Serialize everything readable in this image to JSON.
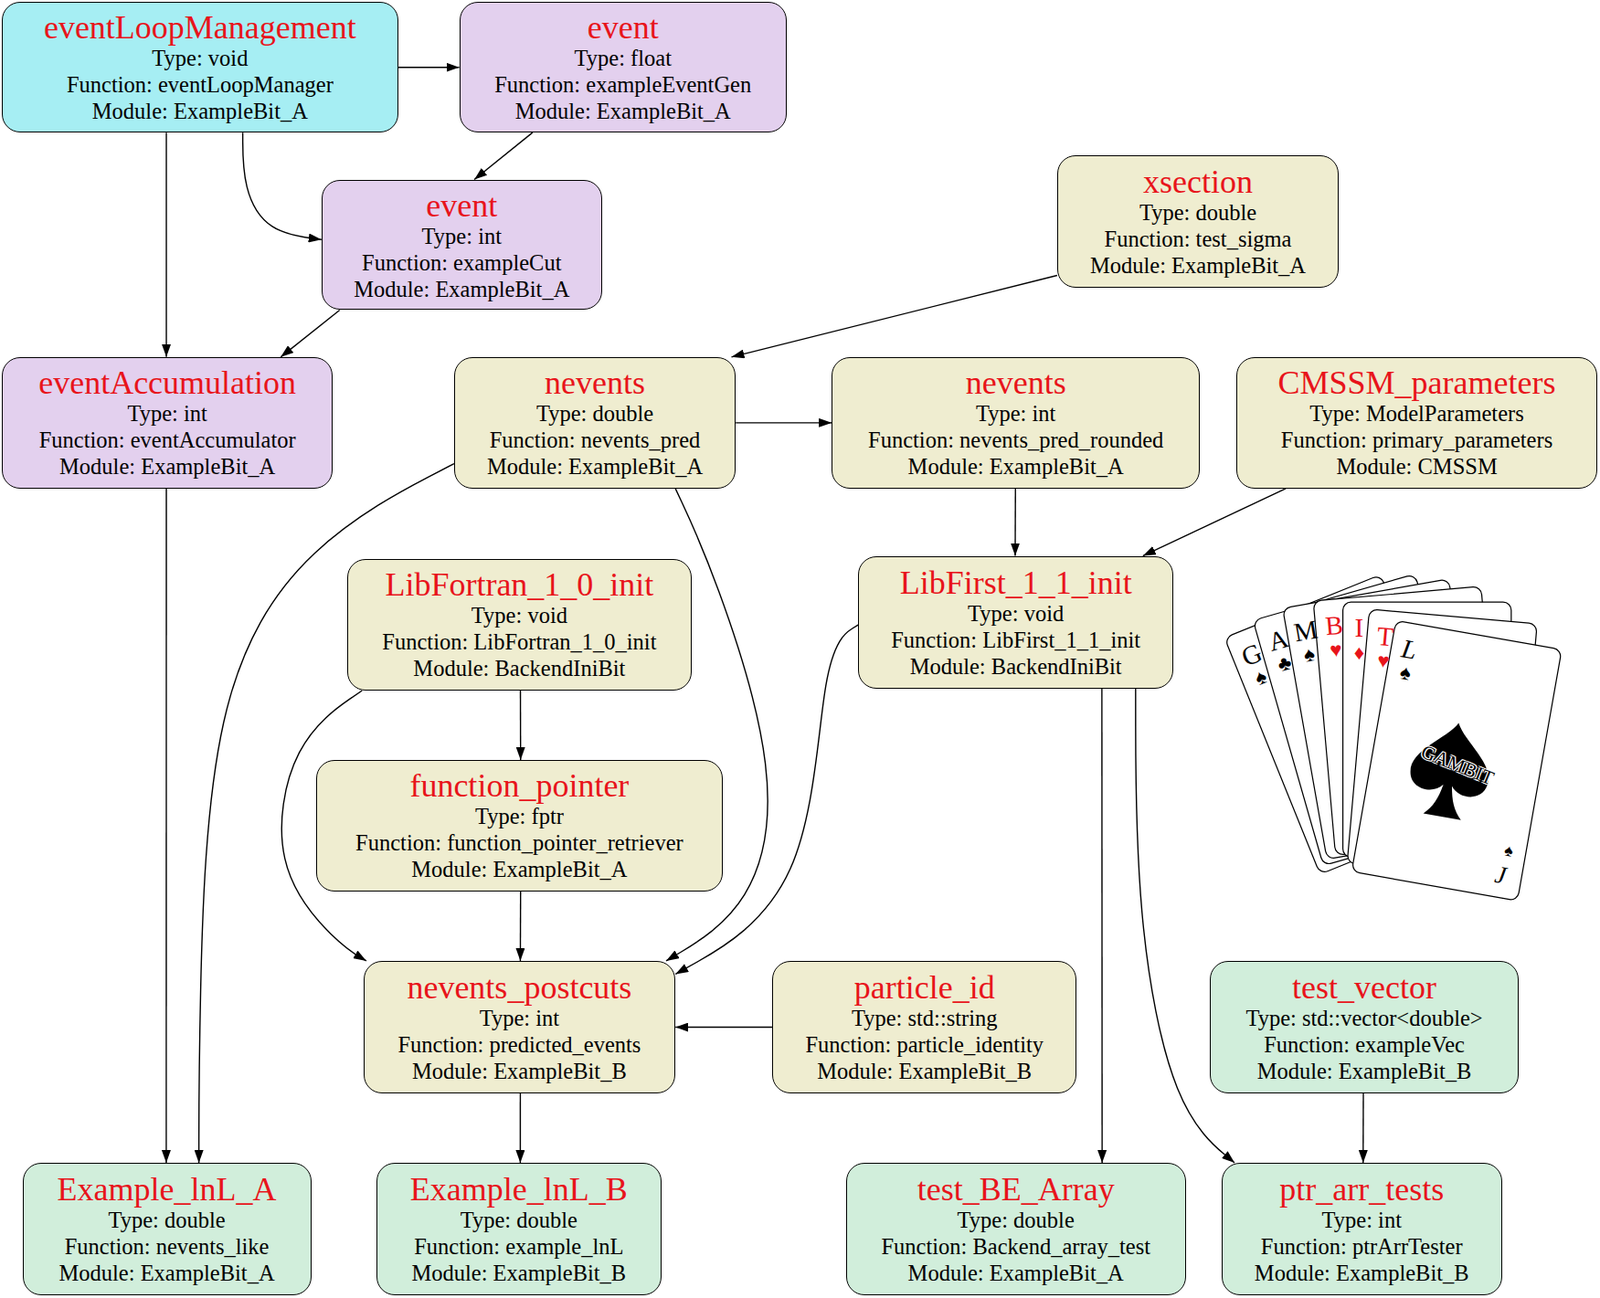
{
  "diagram": {
    "nodes": [
      {
        "text": [
          "eventLoopManagement",
          "Type: void",
          "Function: eventLoopManager",
          "Module: ExampleBit_A"
        ]
      },
      {
        "text": [
          "event",
          "Type: float",
          "Function: exampleEventGen",
          "Module: ExampleBit_A"
        ]
      },
      {
        "text": [
          "xsection",
          "Type: double",
          "Function: test_sigma",
          "Module: ExampleBit_A"
        ]
      },
      {
        "text": [
          "event",
          "Type: int",
          "Function: exampleCut",
          "Module: ExampleBit_A"
        ]
      },
      {
        "text": [
          "eventAccumulation",
          "Type: int",
          "Function: eventAccumulator",
          "Module: ExampleBit_A"
        ]
      },
      {
        "text": [
          "nevents",
          "Type: double",
          "Function: nevents_pred",
          "Module: ExampleBit_A"
        ]
      },
      {
        "text": [
          "nevents",
          "Type: int",
          "Function: nevents_pred_rounded",
          "Module: ExampleBit_A"
        ]
      },
      {
        "text": [
          "CMSSM_parameters",
          "Type: ModelParameters",
          "Function: primary_parameters",
          "Module: CMSSM"
        ]
      },
      {
        "text": [
          "LibFortran_1_0_init",
          "Type: void",
          "Function: LibFortran_1_0_init",
          "Module: BackendIniBit"
        ]
      },
      {
        "text": [
          "LibFirst_1_1_init",
          "Type: void",
          "Function: LibFirst_1_1_init",
          "Module: BackendIniBit"
        ]
      },
      {
        "text": [
          "function_pointer",
          "Type: fptr",
          "Function: function_pointer_retriever",
          "Module: ExampleBit_A"
        ]
      },
      {
        "text": [
          "nevents_postcuts",
          "Type: int",
          "Function: predicted_events",
          "Module: ExampleBit_B"
        ]
      },
      {
        "text": [
          "particle_id",
          "Type: std::string",
          "Function: particle_identity",
          "Module: ExampleBit_B"
        ]
      },
      {
        "text": [
          "test_vector",
          "Type: std::vector<double>",
          "Function: exampleVec",
          "Module: ExampleBit_B"
        ]
      },
      {
        "text": [
          "Example_lnL_A",
          "Type: double",
          "Function: nevents_like",
          "Module: ExampleBit_A"
        ]
      },
      {
        "text": [
          "Example_lnL_B",
          "Type: double",
          "Function: example_lnL",
          "Module: ExampleBit_B"
        ]
      },
      {
        "text": [
          "test_BE_Array",
          "Type: double",
          "Function: Backend_array_test",
          "Module: ExampleBit_A"
        ]
      },
      {
        "text": [
          "ptr_arr_tests",
          "Type: int",
          "Function: ptrArrTester",
          "Module: ExampleBit_B"
        ]
      }
    ],
    "edges": [
      {
        "from": 0,
        "to": 1,
        "arrow": "to"
      },
      {
        "from": 0,
        "to": 3,
        "arrow": "to"
      },
      {
        "from": 0,
        "to": 4,
        "arrow": "to"
      },
      {
        "from": 1,
        "to": 3,
        "arrow": "to"
      },
      {
        "from": 3,
        "to": 4,
        "arrow": "to"
      },
      {
        "from": 4,
        "to": 14,
        "arrow": "to"
      },
      {
        "from": 2,
        "to": 5,
        "arrow": "to"
      },
      {
        "from": 5,
        "to": 6,
        "arrow": "to"
      },
      {
        "from": 5,
        "to": 14,
        "arrow": "to"
      },
      {
        "from": 5,
        "to": 11,
        "arrow": "to"
      },
      {
        "from": 9,
        "to": 11,
        "arrow": "to"
      },
      {
        "from": 6,
        "to": 9,
        "arrow": "to"
      },
      {
        "from": 7,
        "to": 9,
        "arrow": "to"
      },
      {
        "from": 8,
        "to": 10,
        "arrow": "to"
      },
      {
        "from": 8,
        "to": 11,
        "arrow": "to"
      },
      {
        "from": 9,
        "to": 16,
        "arrow": "to"
      },
      {
        "from": 9,
        "to": 17,
        "arrow": "to"
      },
      {
        "from": 10,
        "to": 11,
        "arrow": "to"
      },
      {
        "from": 12,
        "to": 11,
        "arrow": "to"
      },
      {
        "from": 11,
        "to": 15,
        "arrow": "to"
      },
      {
        "from": 13,
        "to": 17,
        "arrow": "to"
      }
    ],
    "labels": [
      "G",
      "♠",
      "A",
      "♣",
      "M",
      "♠",
      "B",
      "♥",
      "I",
      "♦",
      "T",
      "♥",
      "L",
      "♠",
      "GAMBIT",
      "J",
      "♠"
    ]
  }
}
